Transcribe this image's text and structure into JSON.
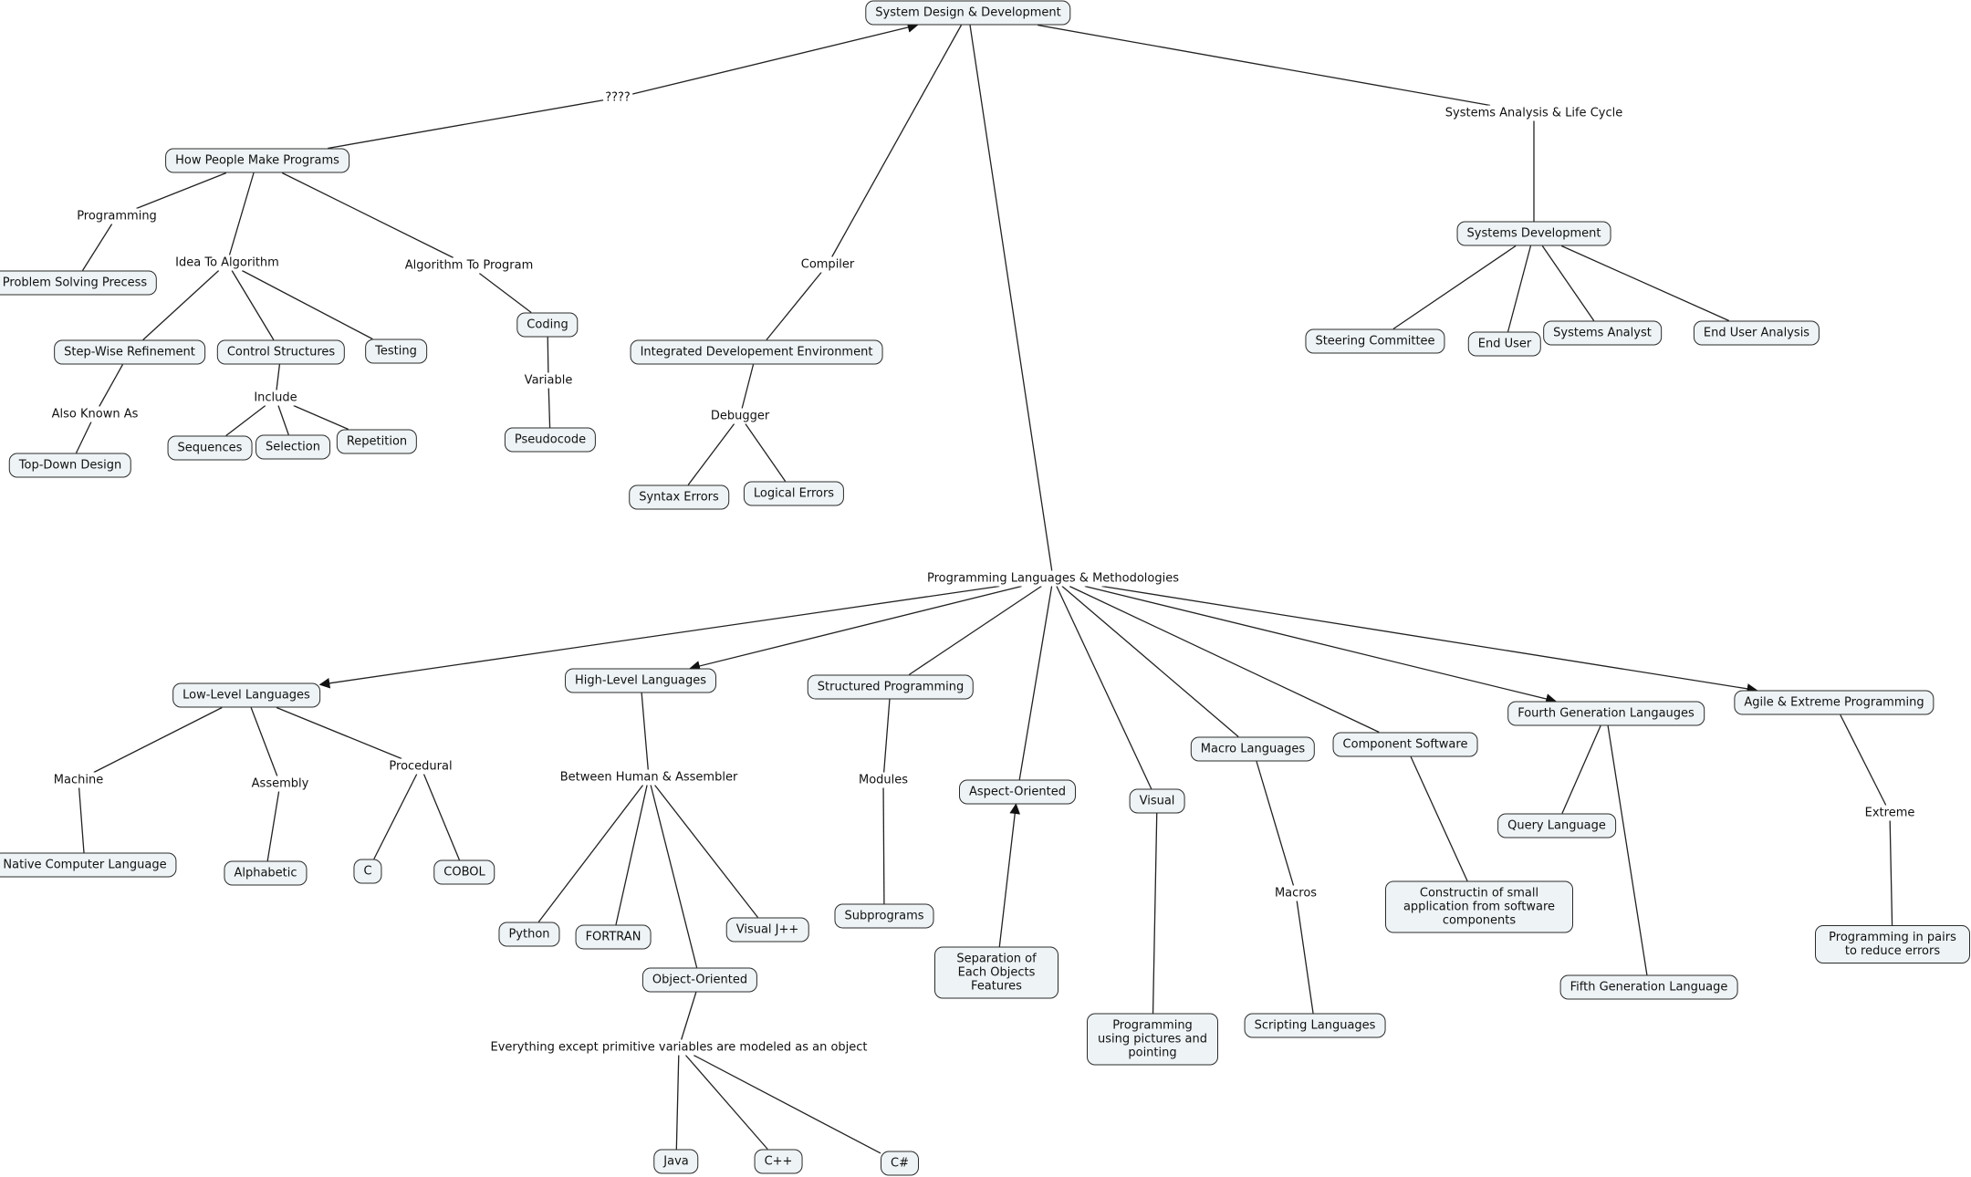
{
  "concepts": {
    "system_design": "System Design & Development",
    "how_people": "How People Make Programs",
    "problem_solving": "Problem Solving Precess",
    "step_wise": "Step-Wise Refinement",
    "control_structures": "Control Structures",
    "testing": "Testing",
    "top_down": "Top-Down Design",
    "sequences": "Sequences",
    "selection": "Selection",
    "repetition": "Repetition",
    "coding": "Coding",
    "pseudocode": "Pseudocode",
    "ide": "Integrated Developement Environment",
    "syntax_errors": "Syntax Errors",
    "logical_errors": "Logical Errors",
    "systems_development": "Systems Development",
    "steering_committee": "Steering Committee",
    "end_user": "End User",
    "systems_analyst": "Systems Analyst",
    "end_user_analysis": "End User Analysis",
    "low_level": "Low-Level Languages",
    "high_level": "High-Level Languages",
    "structured_programming": "Structured Programming",
    "aspect_oriented": "Aspect-Oriented",
    "visual": "Visual",
    "macro_languages": "Macro Languages",
    "component_software": "Component Software",
    "fourth_gen": "Fourth Generation Langauges",
    "agile": "Agile & Extreme Programming",
    "native": "Native Computer Language",
    "alphabetic": "Alphabetic",
    "c": "C",
    "cobol": "COBOL",
    "python": "Python",
    "fortran": "FORTRAN",
    "visual_jpp": "Visual J++",
    "object_oriented": "Object-Oriented",
    "java": "Java",
    "cpp": "C++",
    "csharp": "C#",
    "subprograms": "Subprograms",
    "separation": "Separation of Each Objects Features",
    "pictures": "Programming using pictures and pointing",
    "scripting": "Scripting Languages",
    "constructin": "Constructin of small application from software components",
    "query_language": "Query Language",
    "fifth_gen": "Fifth Generation Language",
    "pairs": "Programming in pairs to reduce errors"
  },
  "phrases": {
    "unknown": "????",
    "sa_life_cycle": "Systems Analysis & Life Cycle",
    "compiler": "Compiler",
    "programming": "Programming",
    "idea_to_algorithm": "Idea To Algorithm",
    "algorithm_to_program": "Algorithm To Program",
    "also_known_as": "Also Known As",
    "include": "Include",
    "variable": "Variable",
    "debugger": "Debugger",
    "pl_methodologies": "Programming Languages & Methodologies",
    "machine": "Machine",
    "assembly": "Assembly",
    "procedural": "Procedural",
    "between_human": "Between Human & Assembler",
    "everything_except": "Everything except primitive variables are modeled as an object",
    "modules": "Modules",
    "macros": "Macros",
    "extreme": "Extreme"
  }
}
